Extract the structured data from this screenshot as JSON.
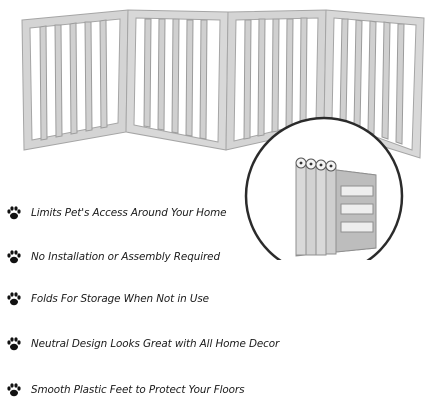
{
  "product": {
    "image_name": "folding-pet-gate",
    "frame_color": "#cfcfcf",
    "frame_edge_color": "#9a9a9a",
    "inset_border_color": "#2b2b2b"
  },
  "features": [
    {
      "icon": "paw-print-icon",
      "text": "Limits Pet's Access Around Your Home"
    },
    {
      "icon": "paw-print-icon",
      "text": "No Installation or Assembly Required"
    },
    {
      "icon": "paw-print-icon",
      "text": "Folds For Storage When Not in Use"
    },
    {
      "icon": "paw-print-icon",
      "text": "Neutral Design Looks Great with All Home Decor"
    },
    {
      "icon": "paw-print-icon",
      "text": "Smooth Plastic Feet to Protect Your Floors"
    }
  ]
}
